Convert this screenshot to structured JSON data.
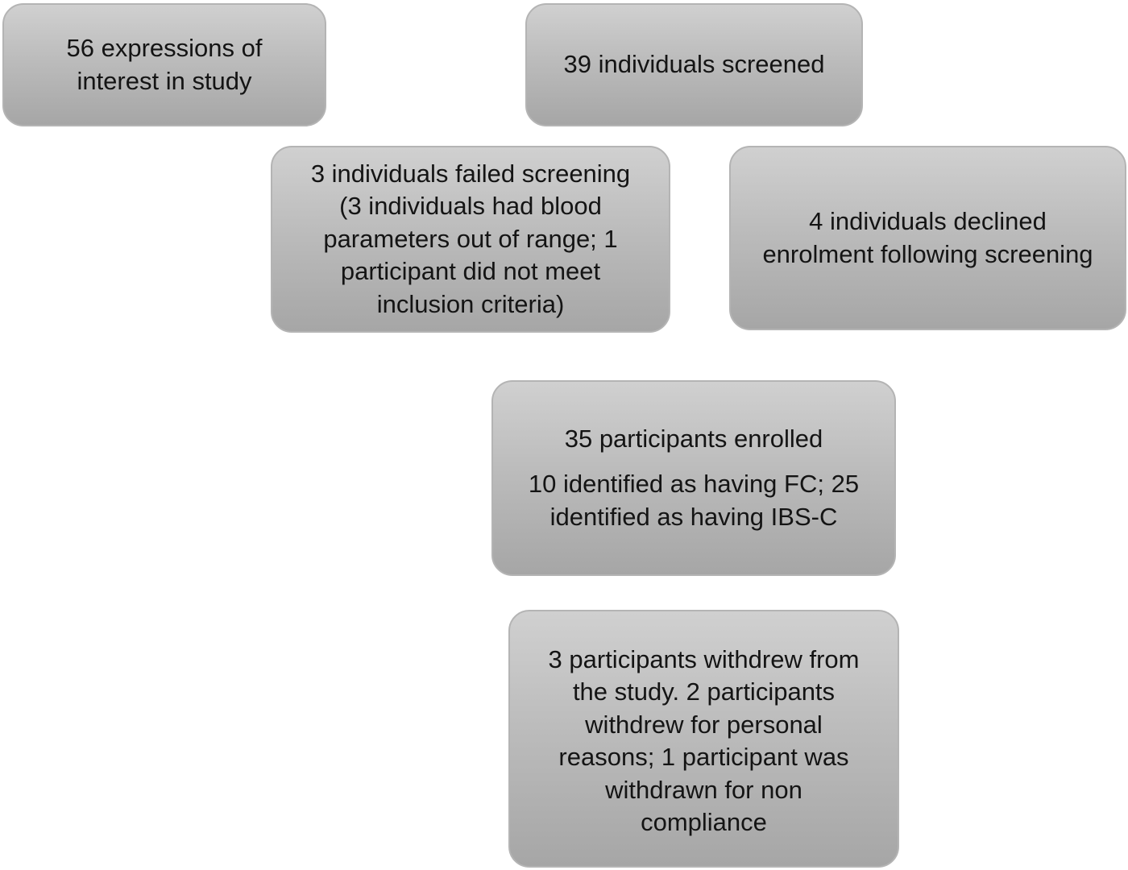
{
  "flowchart": {
    "interest": {
      "text": "56 expressions of\ninterest in study"
    },
    "screened": {
      "text": "39 individuals screened"
    },
    "failed_screening": {
      "text": "3 individuals failed screening\n(3 individuals had blood\nparameters out of range; 1\nparticipant did not meet\ninclusion criteria)"
    },
    "declined": {
      "text": "4 individuals declined\nenrolment following screening"
    },
    "enrolled": {
      "headline": "35 participants enrolled",
      "detail": "10 identified as having FC; 25\nidentified as having IBS-C"
    },
    "withdrew": {
      "text": "3 participants withdrew from\nthe study. 2 participants\nwithdrew for personal\nreasons; 1 participant was\nwithdrawn for non\ncompliance"
    }
  }
}
